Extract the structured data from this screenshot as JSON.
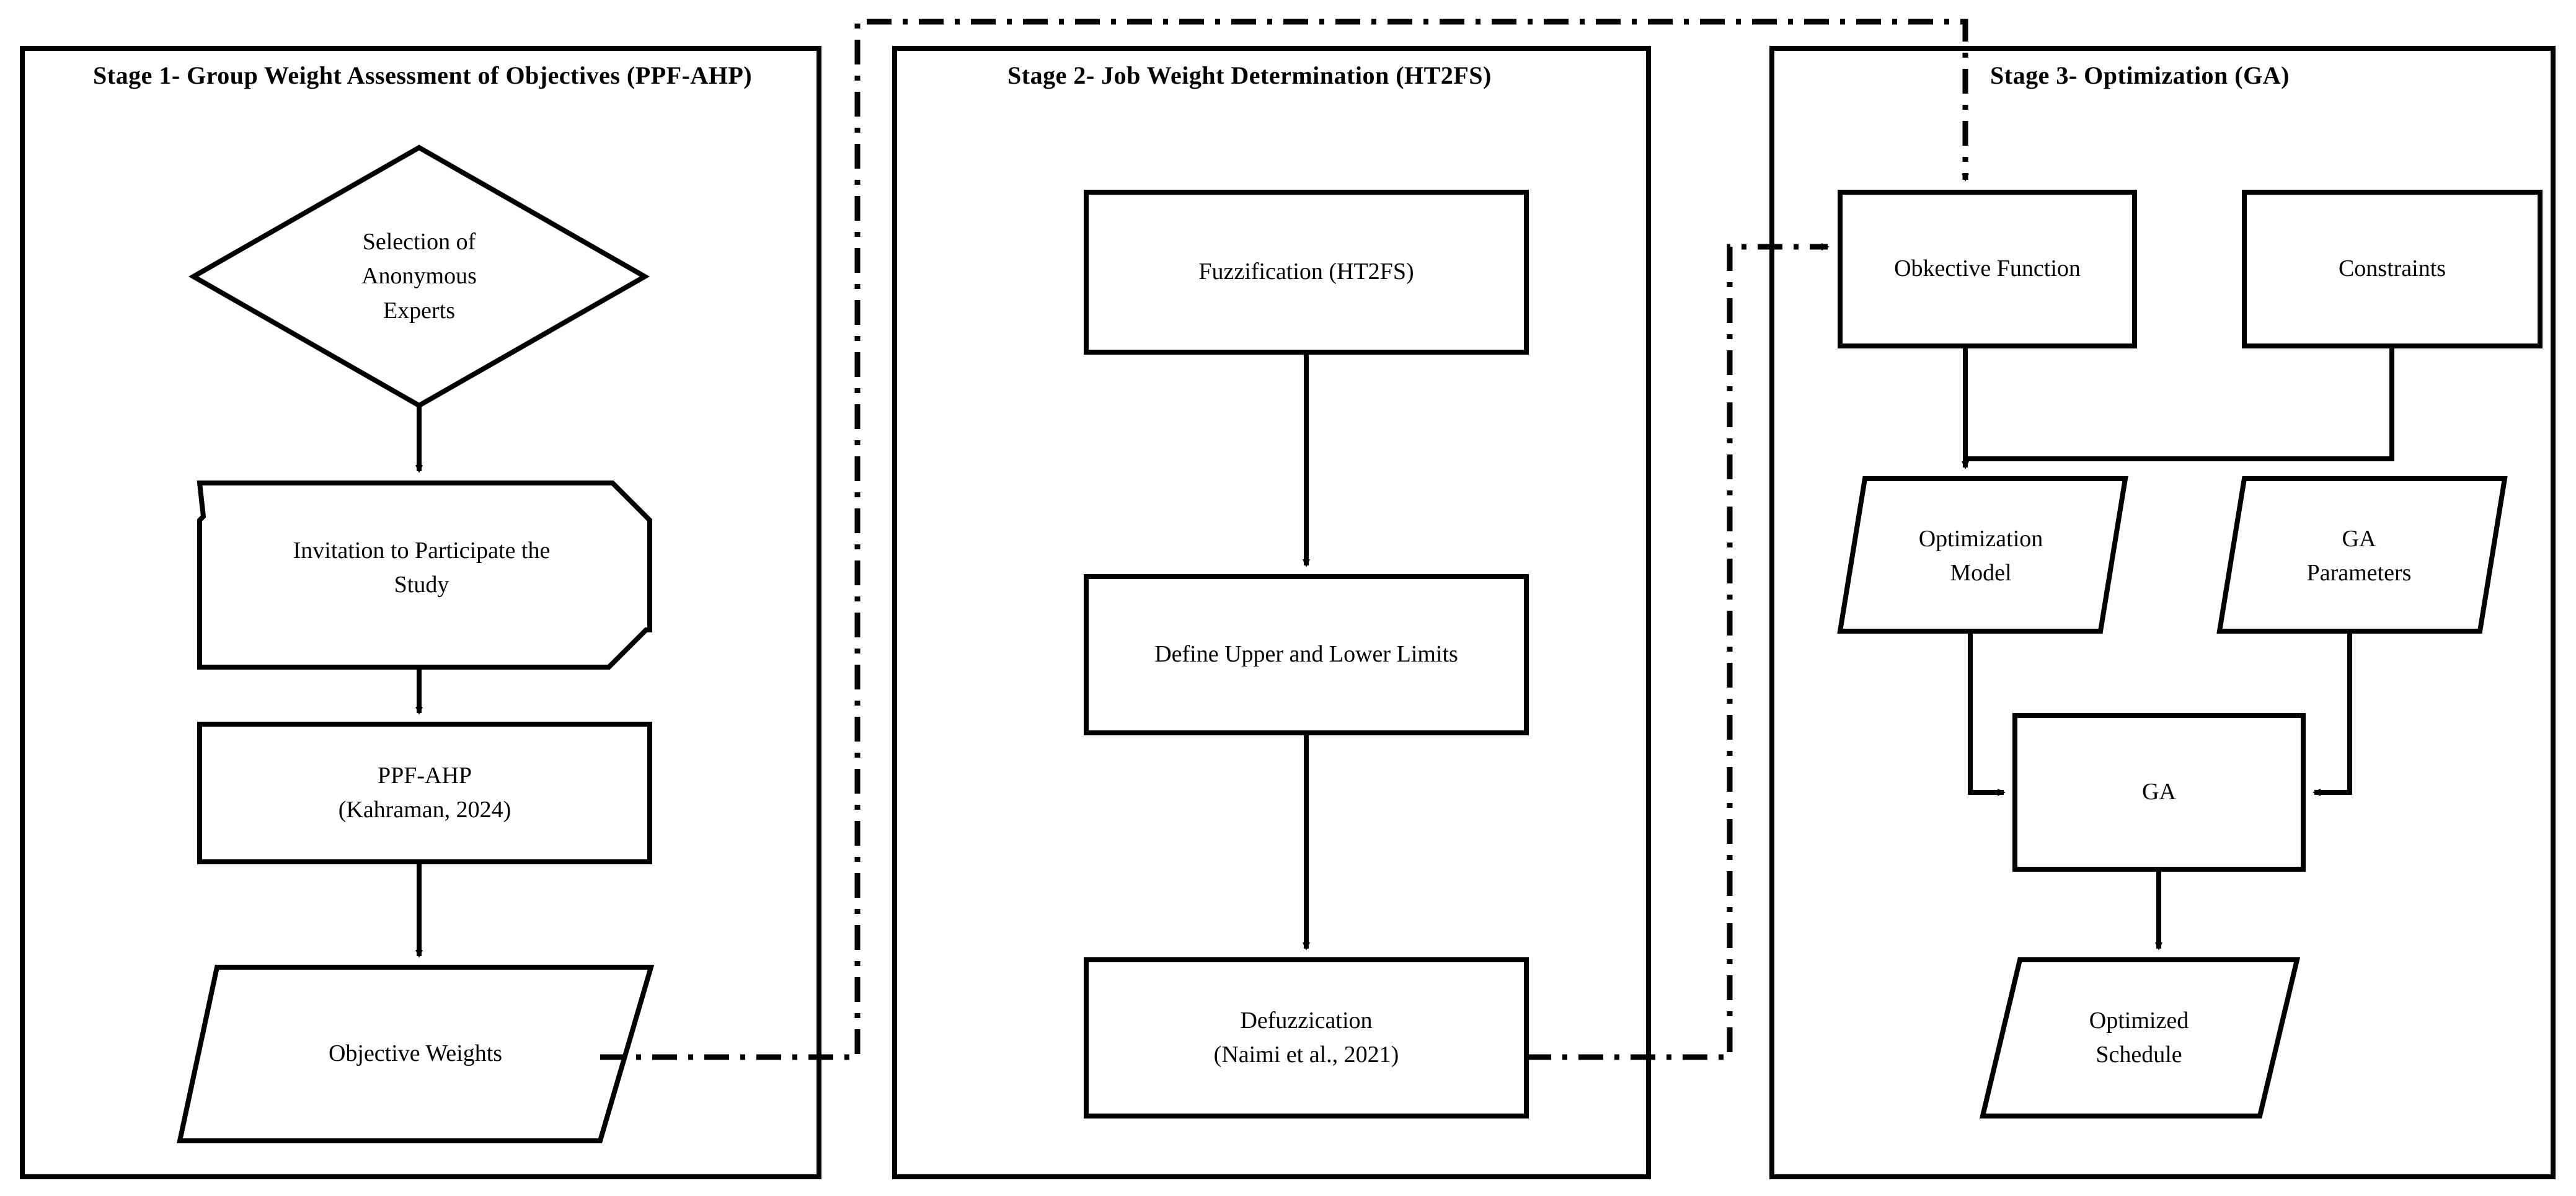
{
  "diagram": {
    "title_visible": false,
    "stages": [
      {
        "id": "stage1",
        "title": "Stage 1- Group Weight Assessment of Objectives (PPF-AHP)",
        "nodes": [
          {
            "id": "s1n1",
            "shape": "diamond",
            "text": "Selection of\nAnonymous\nExperts"
          },
          {
            "id": "s1n2",
            "shape": "cut-corner-box",
            "text": "Invitation to Participate the\nStudy"
          },
          {
            "id": "s1n3",
            "shape": "rect",
            "text": "PPF-AHP\n(Kahraman,  2024)"
          },
          {
            "id": "s1n4",
            "shape": "parallelogram",
            "text": "Objective Weights"
          }
        ]
      },
      {
        "id": "stage2",
        "title": "Stage 2- Job Weight Determination (HT2FS)",
        "nodes": [
          {
            "id": "s2n1",
            "shape": "rect",
            "text": "Fuzzification (HT2FS)"
          },
          {
            "id": "s2n2",
            "shape": "rect",
            "text": "Define Upper and Lower Limits"
          },
          {
            "id": "s2n3",
            "shape": "rect",
            "text": "Defuzzication\n(Naimi et al., 2021)"
          }
        ]
      },
      {
        "id": "stage3",
        "title": "Stage 3- Optimization  (GA)",
        "nodes": [
          {
            "id": "s3n1",
            "shape": "rect",
            "text": "Obkective Function"
          },
          {
            "id": "s3n2",
            "shape": "rect",
            "text": "Constraints"
          },
          {
            "id": "s3n3",
            "shape": "parallelogram",
            "text": "Optimization\nModel"
          },
          {
            "id": "s3n4",
            "shape": "parallelogram",
            "text": "GA\nParameters"
          },
          {
            "id": "s3n5",
            "shape": "rect",
            "text": "GA"
          },
          {
            "id": "s3n6",
            "shape": "parallelogram",
            "text": "Optimized\nSchedule"
          }
        ]
      }
    ],
    "connectors": [
      {
        "id": "c1",
        "from": "s1n1",
        "to": "s1n2",
        "style": "solid",
        "arrow": true
      },
      {
        "id": "c2",
        "from": "s1n2",
        "to": "s1n3",
        "style": "solid",
        "arrow": true
      },
      {
        "id": "c3",
        "from": "s1n3",
        "to": "s1n4",
        "style": "solid",
        "arrow": true
      },
      {
        "id": "c4",
        "from": "s2n1",
        "to": "s2n2",
        "style": "solid",
        "arrow": true
      },
      {
        "id": "c5",
        "from": "s2n2",
        "to": "s2n3",
        "style": "solid",
        "arrow": true
      },
      {
        "id": "c6",
        "from": "s3n1",
        "to": "s3n3",
        "style": "solid",
        "arrow": true
      },
      {
        "id": "c7",
        "from": "s3n2",
        "to": "s3n3",
        "style": "solid",
        "arrow": false
      },
      {
        "id": "c8",
        "from": "s3n3",
        "to": "s3n5",
        "style": "solid",
        "arrow": true
      },
      {
        "id": "c9",
        "from": "s3n4",
        "to": "s3n5",
        "style": "solid",
        "arrow": true
      },
      {
        "id": "c10",
        "from": "s3n5",
        "to": "s3n6",
        "style": "solid",
        "arrow": true
      },
      {
        "id": "c11",
        "from": "s1n4",
        "to": "s3n1",
        "style": "dash-dot",
        "arrow": true
      },
      {
        "id": "c12",
        "from": "s2n3",
        "to": "s3n1",
        "style": "dash-dot",
        "arrow": true
      }
    ],
    "colors": {
      "stroke": "#000000",
      "fill": "#ffffff",
      "background": "#ffffff"
    }
  }
}
